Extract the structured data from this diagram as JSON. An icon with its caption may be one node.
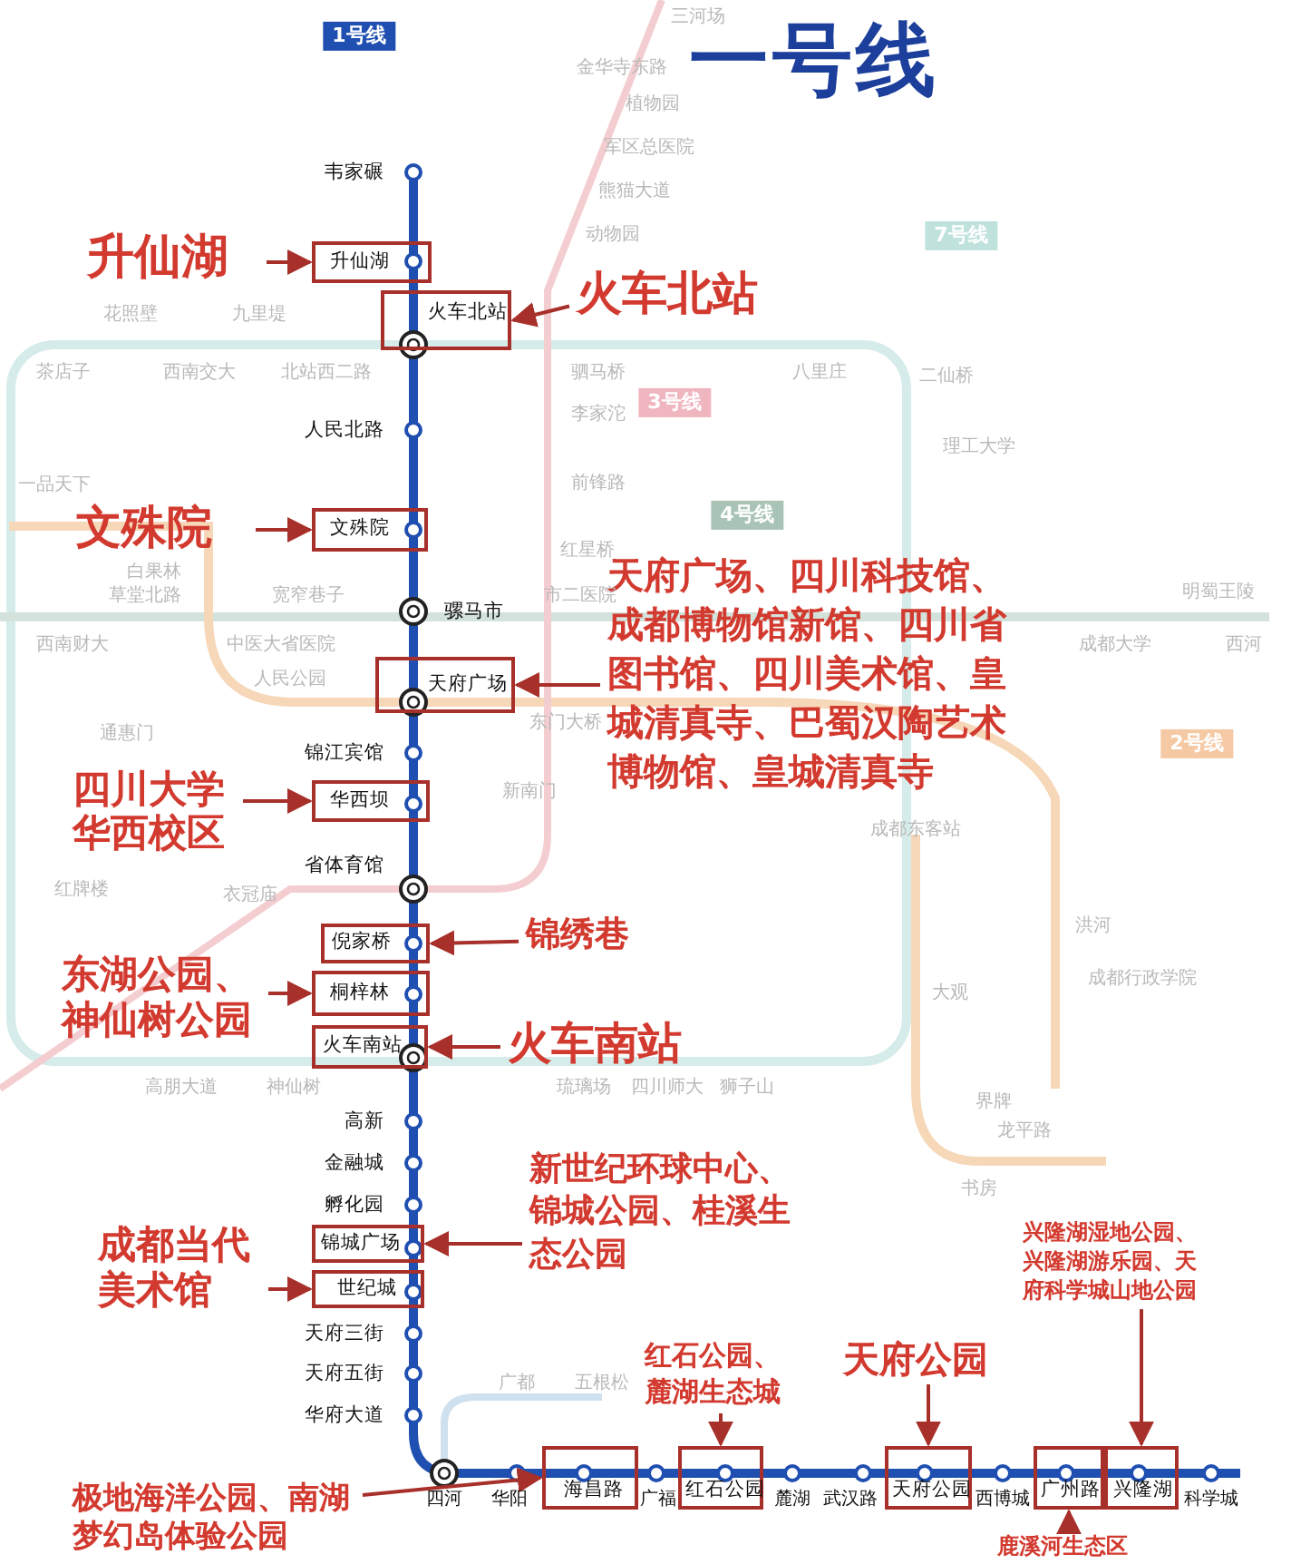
{
  "diagram": {
    "title": "一号线",
    "nodes": [
      {
        "text": [
          "升仙湖"
        ]
      },
      {
        "text": [
          "升仙湖"
        ]
      },
      {
        "text": [
          "火车北站"
        ]
      },
      {
        "text": [
          "火车北站"
        ]
      },
      {
        "text": [
          "文殊院"
        ]
      },
      {
        "text": [
          "文殊院"
        ]
      },
      {
        "text": [
          "天府广场"
        ]
      },
      {
        "text": [
          "天府广场、四川科技馆、成都博物馆新馆、四川省图书馆、四川美术馆、皇城清真寺、巴蜀汉陶艺术博物馆、皇城清真寺"
        ]
      },
      {
        "text": [
          "华西坝"
        ]
      },
      {
        "text": [
          "四川大学华西校区"
        ]
      },
      {
        "text": [
          "倪家桥"
        ]
      },
      {
        "text": [
          "锦绣巷"
        ]
      },
      {
        "text": [
          "桐梓林"
        ]
      },
      {
        "text": [
          "东湖公园、神仙树公园"
        ]
      },
      {
        "text": [
          "火车南站"
        ]
      },
      {
        "text": [
          "火车南站"
        ]
      },
      {
        "text": [
          "锦城广场"
        ]
      },
      {
        "text": [
          "新世纪环球中心、锦城公园、桂溪生态公园"
        ]
      },
      {
        "text": [
          "世纪城"
        ]
      },
      {
        "text": [
          "成都当代美术馆"
        ]
      },
      {
        "text": [
          "海昌路"
        ]
      },
      {
        "text": [
          "极地海洋公园、南湖梦幻岛体验公园"
        ]
      },
      {
        "text": [
          "红石公园"
        ]
      },
      {
        "text": [
          "红石公园、麓湖生态城"
        ]
      },
      {
        "text": [
          "天府公园"
        ]
      },
      {
        "text": [
          "天府公园"
        ]
      },
      {
        "text": [
          "广州路"
        ]
      },
      {
        "text": [
          "鹿溪河生态区"
        ]
      },
      {
        "text": [
          "兴隆湖"
        ]
      },
      {
        "text": [
          "兴隆湖湿地公园、兴隆湖游乐园、天府科学城山地公园"
        ]
      }
    ],
    "edges": [
      {
        "from": 1,
        "to": 0,
        "arrow": "to"
      },
      {
        "from": 3,
        "to": 2,
        "arrow": "to"
      },
      {
        "from": 5,
        "to": 4,
        "arrow": "to"
      },
      {
        "from": 7,
        "to": 6,
        "arrow": "to"
      },
      {
        "from": 9,
        "to": 8,
        "arrow": "to"
      },
      {
        "from": 11,
        "to": 10,
        "arrow": "to"
      },
      {
        "from": 13,
        "to": 12,
        "arrow": "to"
      },
      {
        "from": 15,
        "to": 14,
        "arrow": "to"
      },
      {
        "from": 17,
        "to": 16,
        "arrow": "to"
      },
      {
        "from": 19,
        "to": 18,
        "arrow": "to"
      },
      {
        "from": 21,
        "to": 20,
        "arrow": "to"
      },
      {
        "from": 23,
        "to": 22,
        "arrow": "to"
      },
      {
        "from": 25,
        "to": 24,
        "arrow": "to"
      },
      {
        "from": 27,
        "to": 26,
        "arrow": "to"
      },
      {
        "from": 29,
        "to": 28,
        "arrow": "to"
      }
    ],
    "labels": [
      "1号线",
      "韦家碾",
      "人民北路",
      "骡马市",
      "锦江宾馆",
      "省体育馆",
      "高新",
      "金融城",
      "孵化园",
      "天府三街",
      "天府五街",
      "华府大道",
      "四河",
      "华阳",
      "广福",
      "麓湖",
      "武汉路",
      "西博城",
      "科学城",
      "3号线",
      "4号线",
      "7号线",
      "2号线",
      "三河场",
      "金华寺东路",
      "植物园",
      "军区总医院",
      "熊猫大道",
      "动物园",
      "花照壁",
      "九里堤",
      "茶店子",
      "西南交大",
      "北站西二路",
      "驷马桥",
      "八里庄",
      "二仙桥",
      "李家沱",
      "理工大学",
      "一品天下",
      "前锋路",
      "白果林",
      "红星桥",
      "草堂北路",
      "宽窄巷子",
      "市二医院",
      "明蜀王陵",
      "西南财大",
      "中医大省医院",
      "成都大学",
      "西河",
      "人民公园",
      "东门大桥",
      "通惠门",
      "新南门",
      "成都东客站",
      "洪河",
      "成都行政学院",
      "红牌楼",
      "衣冠庙",
      "大观",
      "高朋大道",
      "神仙树",
      "琉璃场",
      "四川师大",
      "狮子山",
      "界牌",
      "龙平路",
      "书房",
      "广都",
      "五根松"
    ]
  }
}
